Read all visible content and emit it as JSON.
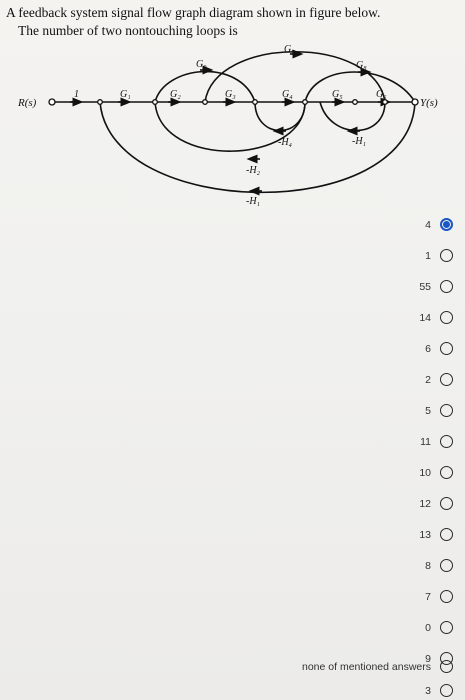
{
  "question": {
    "line1": "A feedback system signal flow graph diagram shown in figure below.",
    "line2": "The number of two nontouching loops is"
  },
  "diagram": {
    "input_label": "R(s)",
    "output_label": "Y(s)",
    "unity_gain": "1",
    "gains": [
      "G₁",
      "G₂",
      "G₃",
      "G₄",
      "G₅",
      "G₆",
      "G₇",
      "G₈",
      "G₉"
    ],
    "feedback": [
      "-H₄",
      "-H₁",
      "-H₂",
      "-H₁"
    ]
  },
  "answers": {
    "selected_index": 0,
    "options": [
      "4",
      "1",
      "55",
      "14",
      "6",
      "2",
      "5",
      "11",
      "10",
      "12",
      "13",
      "8",
      "7",
      "0",
      "9",
      "none of mentioned answers",
      "3"
    ]
  }
}
